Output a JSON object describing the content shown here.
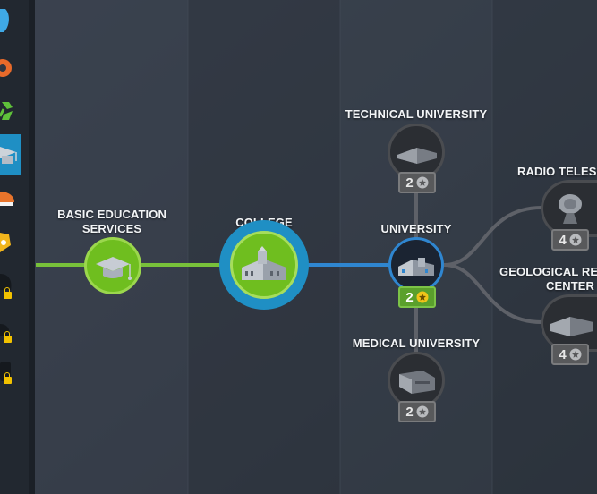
{
  "colors": {
    "accent_blue": "#1f8fc4",
    "unlocked_green": "#6fbe1f",
    "locked_gray": "#4a4c50",
    "badge_ready": "#5aa02c"
  },
  "sidebar": {
    "items": [
      {
        "icon": "water-drop-icon"
      },
      {
        "icon": "fire-service-icon"
      },
      {
        "icon": "recycling-icon"
      },
      {
        "icon": "education-cap-icon",
        "active": true
      },
      {
        "icon": "healthcare-icon"
      },
      {
        "icon": "police-badge-icon"
      },
      {
        "icon": "locked-category-icon",
        "locked": true
      },
      {
        "icon": "locked-category-icon",
        "locked": true
      },
      {
        "icon": "locked-category-icon",
        "locked": true
      }
    ]
  },
  "tree": {
    "basic": {
      "label_line1": "BASIC EDUCATION",
      "label_line2": "SERVICES"
    },
    "college": {
      "label": "COLLEGE"
    },
    "university": {
      "label": "UNIVERSITY",
      "cost": "2"
    },
    "technical": {
      "label": "TECHNICAL UNIVERSITY",
      "cost": "2"
    },
    "medical": {
      "label": "MEDICAL UNIVERSITY",
      "cost": "2"
    },
    "radio": {
      "label": "RADIO TELESC",
      "cost": "4"
    },
    "geological": {
      "label_line1": "GEOLOGICAL RES",
      "label_line2": "CENTER",
      "cost": "4"
    }
  }
}
